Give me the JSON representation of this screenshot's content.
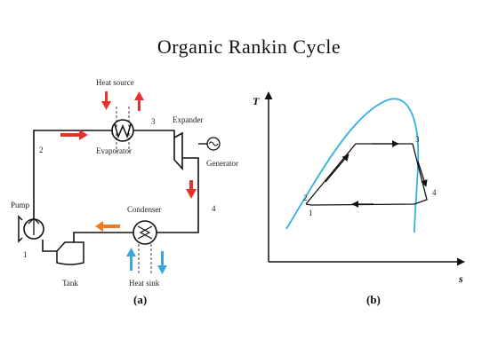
{
  "title": "Organic  Rankin  Cycle",
  "left_panel": {
    "caption": "(a)",
    "heat_source": "Heat source",
    "evaporator": "Evaporator",
    "expander": "Expander",
    "generator": "Generator",
    "condenser": "Condenser",
    "pump": "Pump",
    "tank": "Tank",
    "heat_sink": "Heat sink",
    "state_1": "1",
    "state_2": "2",
    "state_3": "3",
    "state_4": "4"
  },
  "right_panel": {
    "caption": "(b)",
    "y_axis": "T",
    "x_axis": "s",
    "state_1": "1",
    "state_2": "2",
    "state_3": "3",
    "state_4": "4"
  },
  "colors": {
    "hot_arrow": "#e8312a",
    "cold_arrow": "#3aa6dc",
    "flow_arrow_orange": "#f07a1f",
    "saturation_dome": "#33b2e0"
  }
}
